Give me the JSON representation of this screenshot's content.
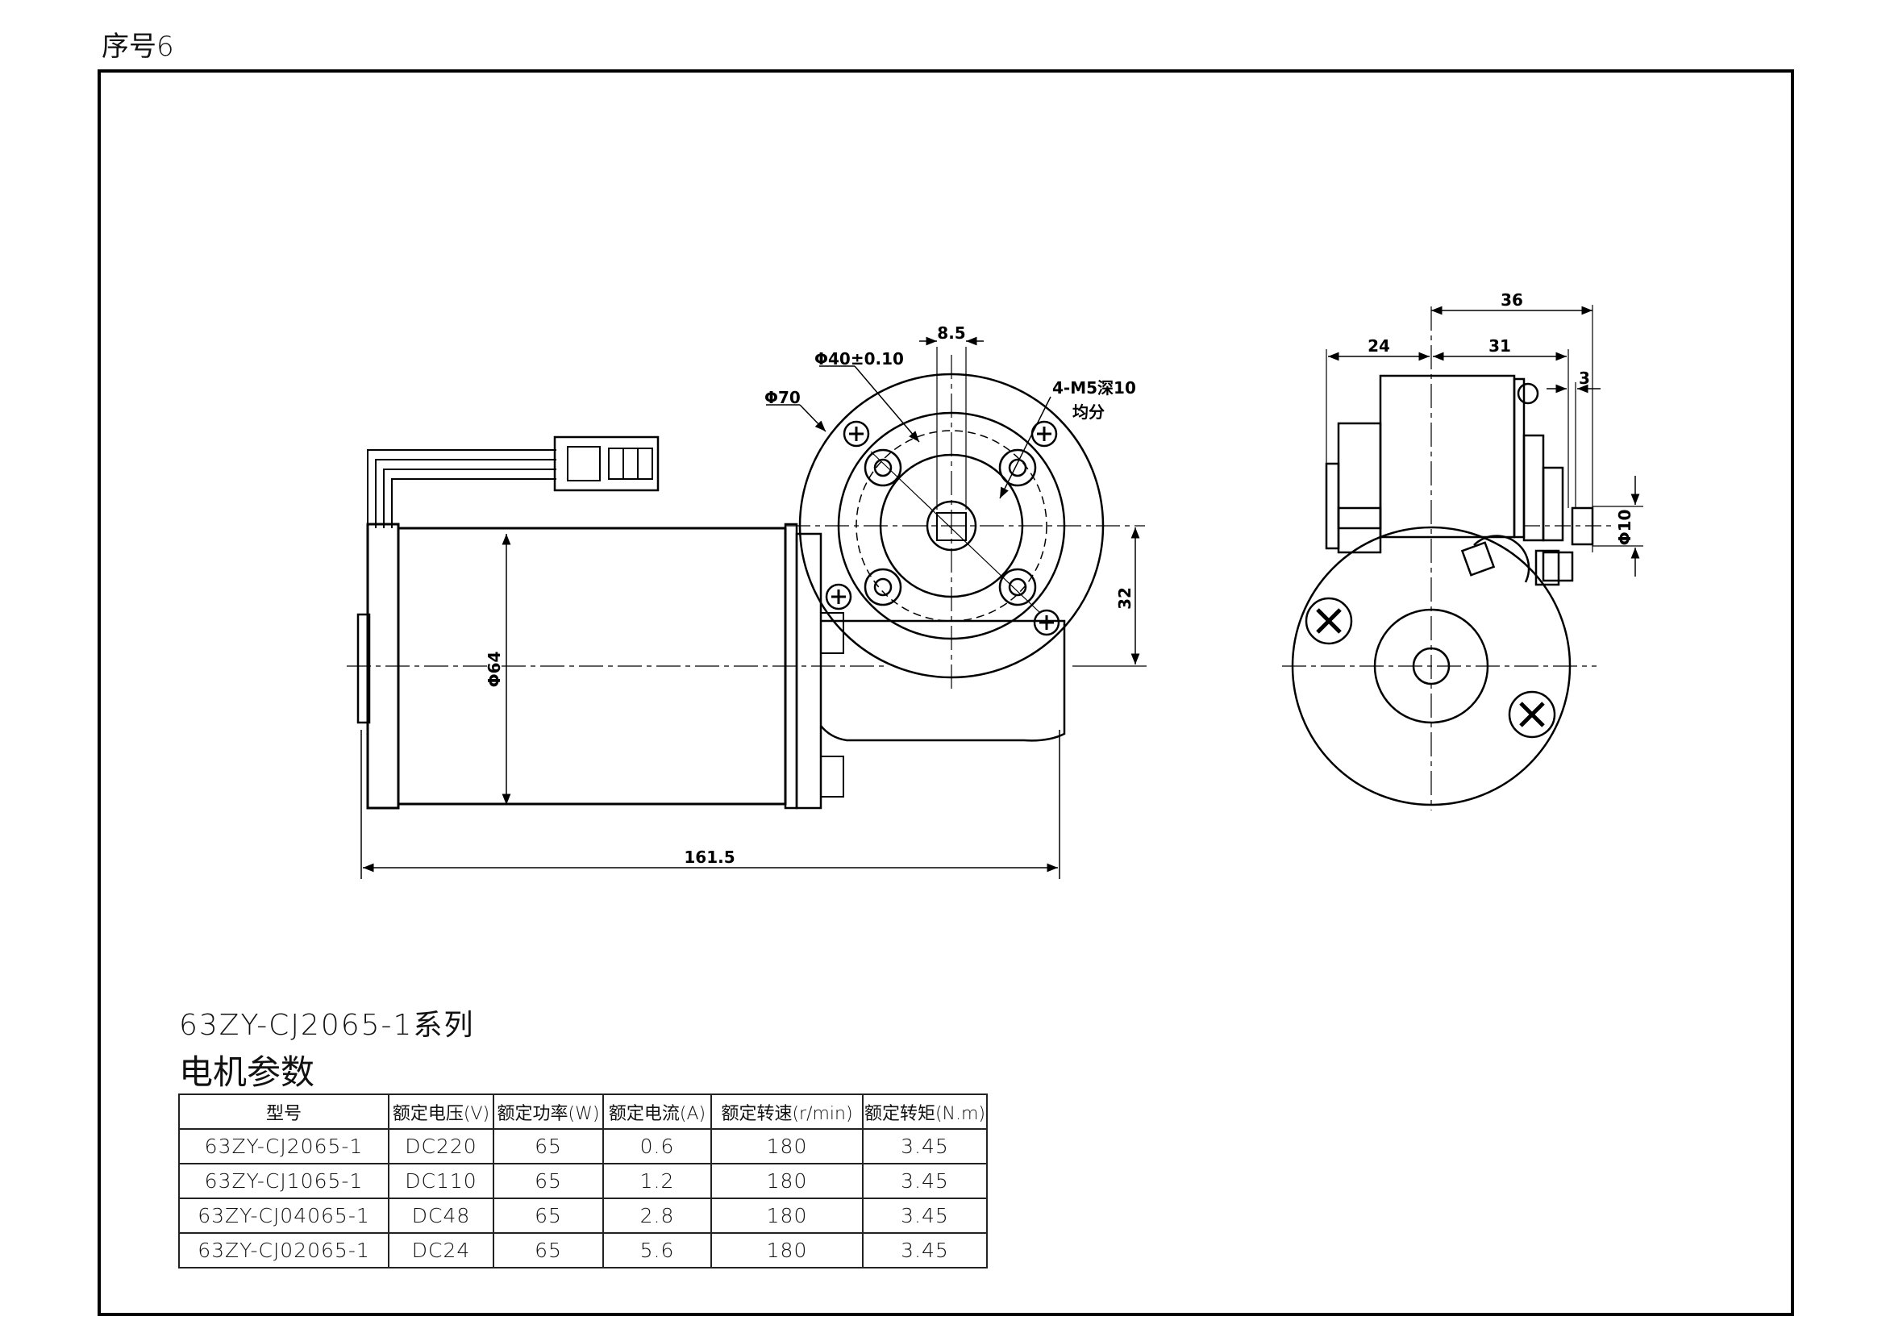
{
  "sheet": {
    "seq_label": "序号6"
  },
  "drawing": {
    "dims": {
      "phi70": "Φ70",
      "phi40": "Φ40±0.10",
      "d8_5": "8.5",
      "m5": "4-M5深10",
      "m5_note": "均分",
      "d32": "32",
      "phi64": "Φ64",
      "d161_5": "161.5",
      "d36": "36",
      "d24": "24",
      "d31": "31",
      "d3": "3",
      "phi10": "Φ10"
    }
  },
  "specs": {
    "series_title": "63ZY-CJ2065-1系列",
    "params_title": "电机参数",
    "columns": [
      "型号",
      "额定电压(V)",
      "额定功率(W)",
      "额定电流(A)",
      "额定转速(r/min)",
      "额定转矩(N.m)"
    ],
    "rows": [
      [
        "63ZY-CJ2065-1",
        "DC220",
        "65",
        "0.6",
        "180",
        "3.45"
      ],
      [
        "63ZY-CJ1065-1",
        "DC110",
        "65",
        "1.2",
        "180",
        "3.45"
      ],
      [
        "63ZY-CJ04065-1",
        "DC48",
        "65",
        "2.8",
        "180",
        "3.45"
      ],
      [
        "63ZY-CJ02065-1",
        "DC24",
        "65",
        "5.6",
        "180",
        "3.45"
      ]
    ]
  }
}
